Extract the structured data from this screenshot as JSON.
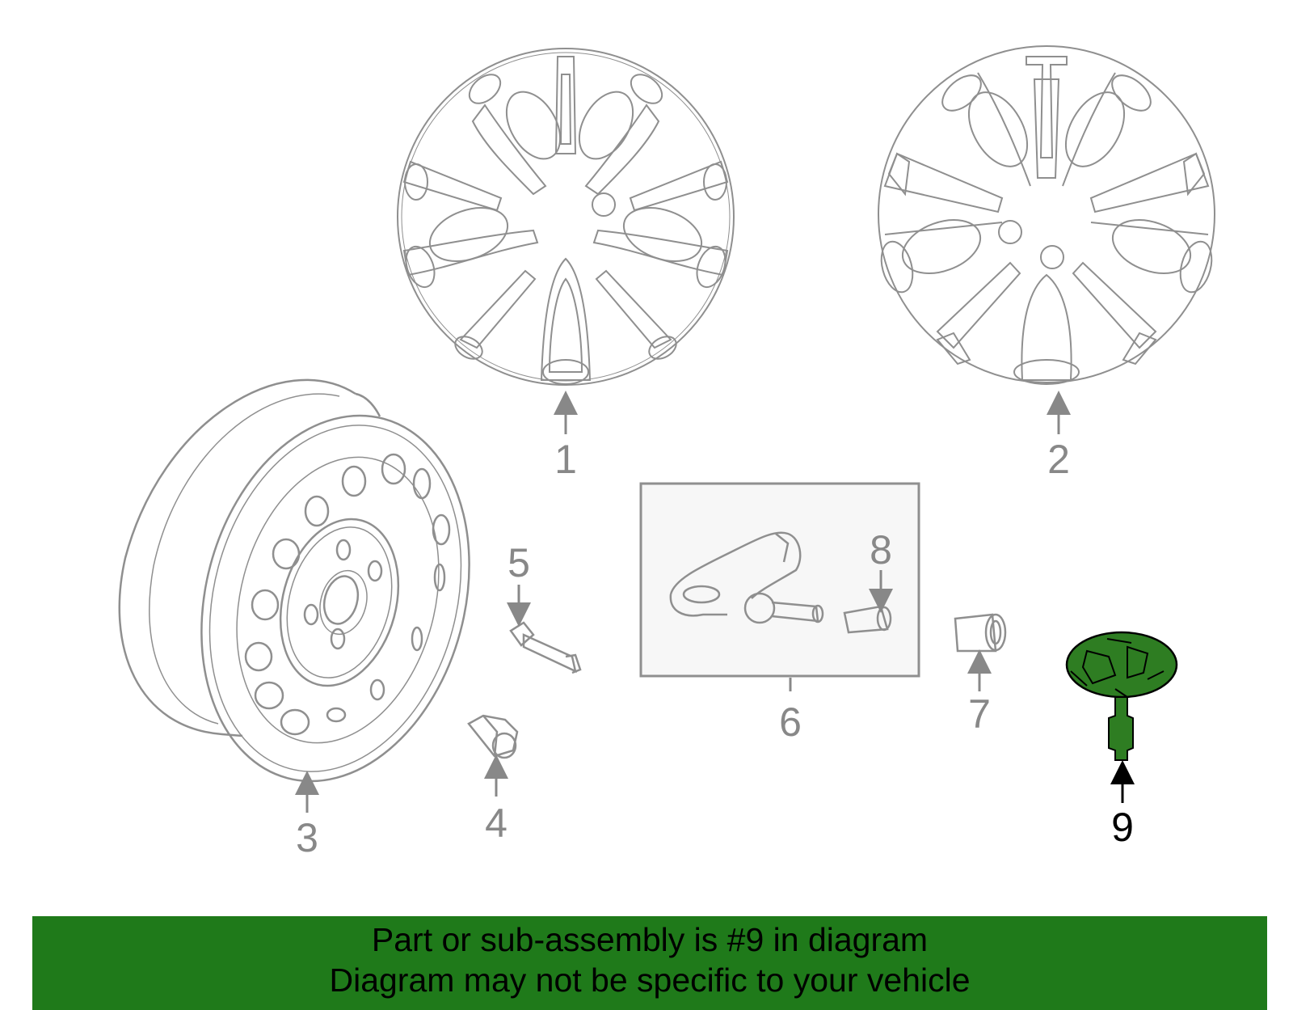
{
  "callouts": {
    "c1": "1",
    "c2": "2",
    "c3": "3",
    "c4": "4",
    "c5": "5",
    "c6": "6",
    "c7": "7",
    "c8": "8",
    "c9": "9"
  },
  "highlighted_part": "9",
  "banner": {
    "line1": "Part or sub-assembly is #9 in diagram",
    "line2": "Diagram may not be specific to your vehicle"
  },
  "colors": {
    "line": "#8f8f8f",
    "highlight": "#2e7d22",
    "banner": "#1f7a1a",
    "callout_active": "#000000",
    "callout_normal": "#888888"
  }
}
